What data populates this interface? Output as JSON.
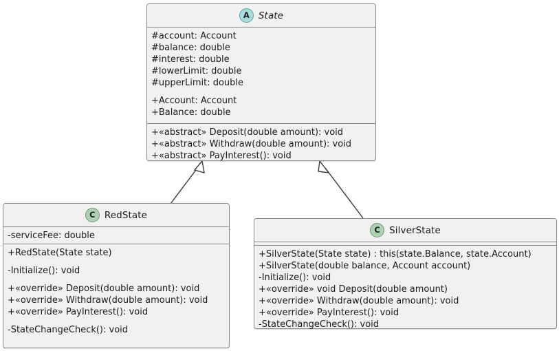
{
  "diagram": {
    "kind": "uml-class-diagram",
    "background": "#ffffff",
    "box_fill": "#F1F1F1",
    "box_border": "#8A8A8A",
    "abstract_badge_color": "#A9DCDF",
    "class_badge_color": "#ADD1B2",
    "line_color": "#3a3a3a"
  },
  "classes": {
    "state": {
      "badge": "A",
      "badge_name": "abstract-class-badge",
      "name": "State",
      "attributes": [
        "#account: Account",
        "#balance: double",
        "#interest: double",
        "#lowerLimit: double",
        "#upperLimit: double",
        "",
        "+Account: Account",
        "+Balance: double"
      ],
      "operations": [
        "+«abstract» Deposit(double amount): void",
        "+«abstract» Withdraw(double amount): void",
        "+«abstract» PayInterest(): void"
      ]
    },
    "redstate": {
      "badge": "C",
      "badge_name": "class-badge",
      "name": "RedState",
      "attributes": [
        "-serviceFee: double"
      ],
      "operations": [
        "+RedState(State state)",
        "",
        "-Initialize(): void",
        "",
        "+«override» Deposit(double amount): void",
        "+«override» Withdraw(double amount): void",
        "+«override» PayInterest(): void",
        "",
        "-StateChangeCheck(): void"
      ]
    },
    "silverstate": {
      "badge": "C",
      "badge_name": "class-badge",
      "name": "SilverState",
      "attributes": [],
      "operations": [
        "+SilverState(State state) : this(state.Balance, state.Account)",
        "+SilverState(double balance, Account account)",
        "-Initialize(): void",
        "+«override» void Deposit(double amount)",
        "+«override» Withdraw(double amount): void",
        "+«override» PayInterest(): void",
        "-StateChangeCheck(): void"
      ]
    }
  },
  "relationships": [
    {
      "name": "redstate-inherits-state",
      "type": "generalization",
      "from": "RedState",
      "to": "State",
      "arrowhead": "hollow-triangle"
    },
    {
      "name": "silverstate-inherits-state",
      "type": "generalization",
      "from": "SilverState",
      "to": "State",
      "arrowhead": "hollow-triangle"
    }
  ]
}
